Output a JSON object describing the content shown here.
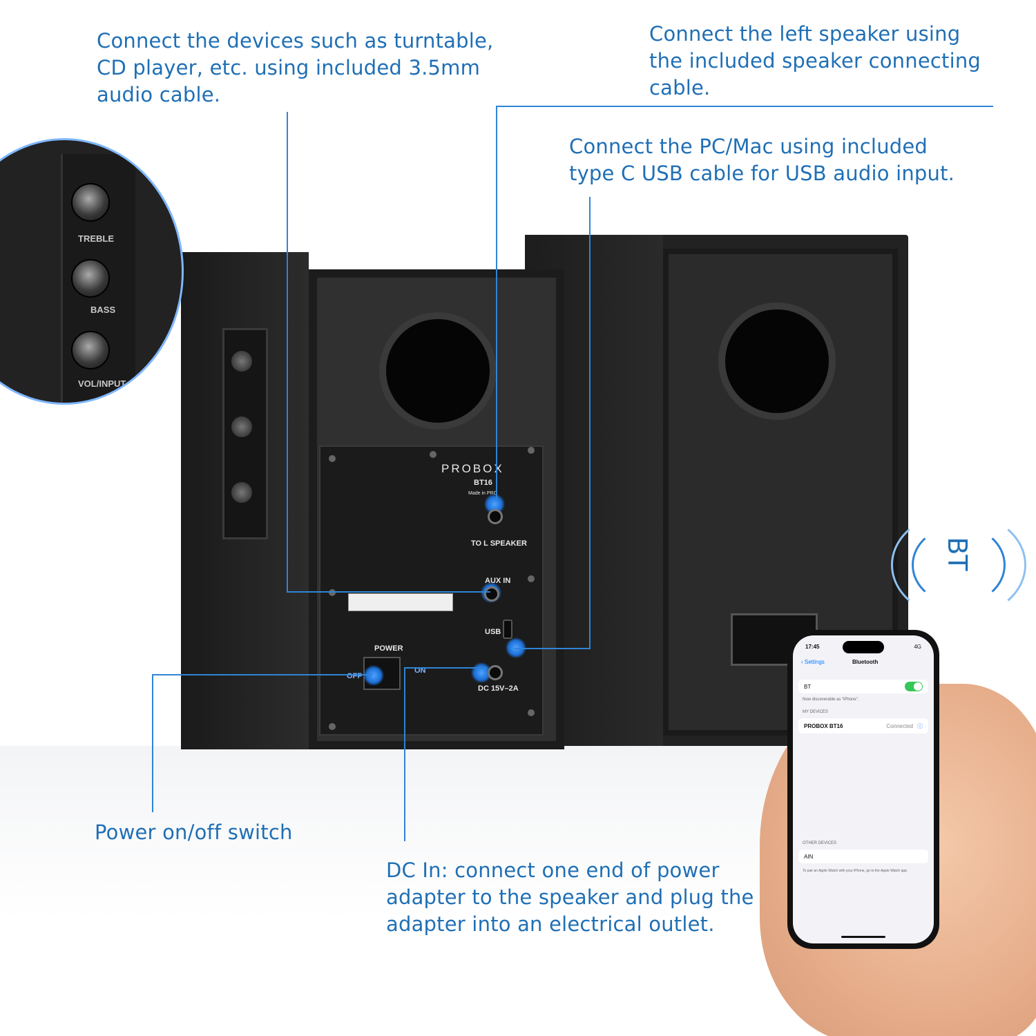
{
  "captions": {
    "aux": "Connect the devices such as turntable,\nCD player, etc. using included 3.5mm\naudio cable.",
    "left_speaker": "Connect the left speaker using\nthe included speaker connecting\ncable.",
    "usb": "Connect the PC/Mac using included\ntype C  USB cable for USB audio input.",
    "power": "Power on/off switch",
    "dc": "DC In: connect one end of power\nadapter to the speaker and plug the\nadapter into an electrical outlet."
  },
  "knob_panel": {
    "treble": "TREBLE",
    "bass": "BASS",
    "vol_input": "VOL/INPUT"
  },
  "rear_panel": {
    "brand": "PROBOX",
    "model": "BT16",
    "made_in": "Made in PRC",
    "to_l_speaker": "TO L SPEAKER",
    "aux_in": "AUX IN",
    "usb": "USB",
    "power": "POWER",
    "off": "OFF",
    "on": "ON",
    "dc": "DC 15V–2A"
  },
  "bt_badge": "BT",
  "phone": {
    "time": "17:45",
    "signal": "4G",
    "back_label": "Settings",
    "title": "Bluetooth",
    "bt_label": "BT",
    "discoverable": "Now discoverable as “iPhone”.",
    "my_devices_header": "MY DEVICES",
    "device_name": "PROBOX BT16",
    "device_status": "Connected",
    "other_devices_header": "OTHER DEVICES",
    "other_device": "AIN",
    "footer": "To pair an Apple Watch with your iPhone, go to the Apple Watch app."
  },
  "colors": {
    "accent": "#1f6fb5",
    "line": "#2f84d6",
    "toggle": "#34c759"
  }
}
